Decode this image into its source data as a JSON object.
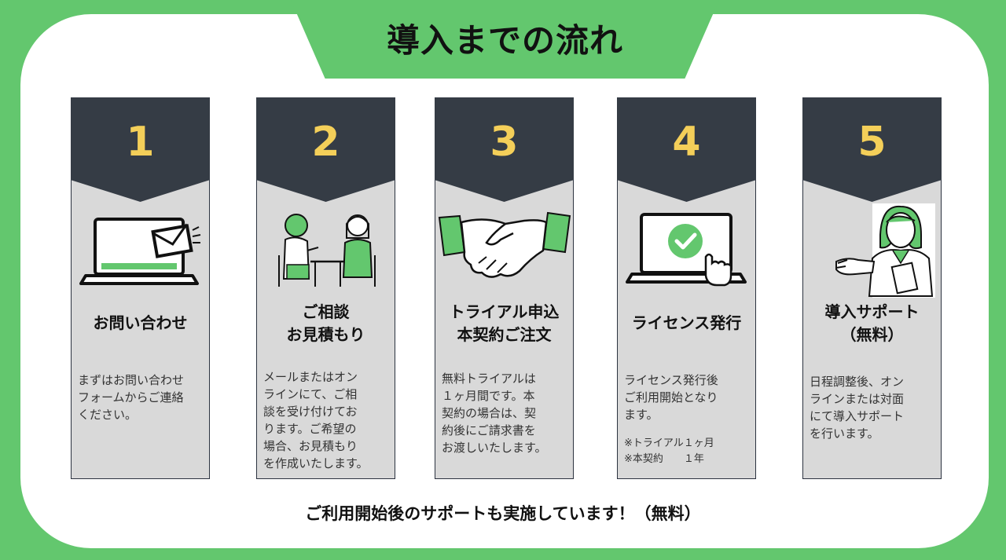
{
  "title": "導入までの流れ",
  "colors": {
    "green": "#63c76e",
    "dark": "#353c45",
    "number": "#f4cf59",
    "card_bg": "#d9d9d9"
  },
  "steps": [
    {
      "number": "1",
      "icon": "laptop-mail-icon",
      "title": [
        "お問い合わせ"
      ],
      "desc": [
        "まずはお問い合わせ",
        "フォームからご連絡",
        "ください。"
      ]
    },
    {
      "number": "2",
      "icon": "consultation-people-icon",
      "title": [
        "ご相談",
        "お見積もり"
      ],
      "desc": [
        "メールまたはオン",
        "ラインにて、ご相",
        "談を受け付けてお",
        "ります。ご希望の",
        "場合、お見積もり",
        "を作成いたします。"
      ]
    },
    {
      "number": "3",
      "icon": "handshake-icon",
      "title": [
        "トライアル申込",
        "本契約ご注文"
      ],
      "desc": [
        "無料トライアルは",
        "１ヶ月間です。本",
        "契約の場合は、契",
        "約後にご請求書を",
        "お渡しいたします。"
      ]
    },
    {
      "number": "4",
      "icon": "laptop-check-icon",
      "title": [
        "ライセンス発行"
      ],
      "desc": [
        "ライセンス発行後",
        "ご利用開始となり",
        "ます。"
      ],
      "notes": [
        "※トライアル１ヶ月",
        "※本契約　　１年"
      ]
    },
    {
      "number": "5",
      "icon": "support-person-icon",
      "title": [
        "導入サポート",
        "（無料）"
      ],
      "desc": [
        "日程調整後、オン",
        "ラインまたは対面",
        "にて導入サポート",
        "を行います。"
      ]
    }
  ],
  "footer": "ご利用開始後のサポートも実施しています！（無料）"
}
